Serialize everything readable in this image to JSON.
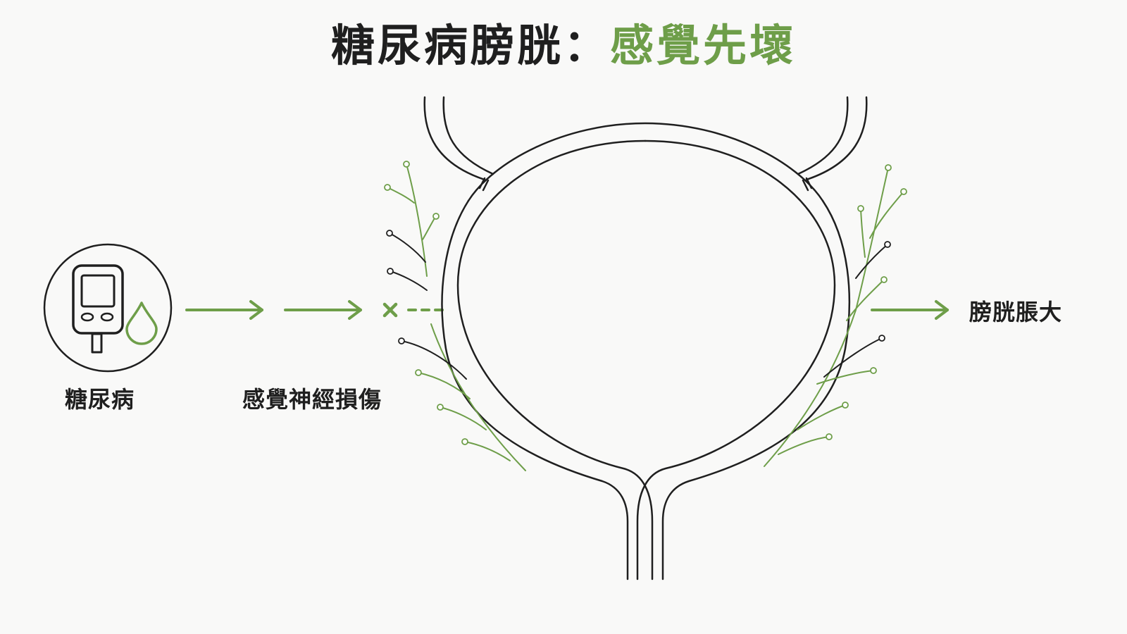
{
  "title": {
    "main": "糖尿病膀胱：",
    "highlight": "感覺先壞"
  },
  "labels": {
    "diabetes": "糖尿病",
    "nerve_damage": "感覺神經損傷",
    "bladder_enlarged": "膀胱脹大"
  },
  "icons": {
    "glucose_meter": "glucose-meter-icon",
    "blood_drop": "blood-drop-icon",
    "blocked_signal": "blocked-signal-x-icon"
  },
  "colors": {
    "accent": "#6e9e49",
    "ink": "#1f1f1f",
    "background": "#f9f9f8"
  }
}
